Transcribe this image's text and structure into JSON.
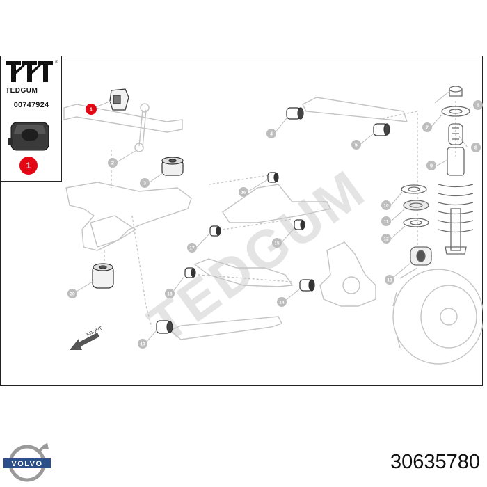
{
  "inset": {
    "brand_name": "TEDGUM",
    "part_code": "00747924",
    "highlight_number": "1"
  },
  "watermark": "TEDGUM",
  "front_label": "FRONT",
  "oem_number": "30635780",
  "callouts": [
    {
      "n": "1",
      "highlighted": true
    },
    {
      "n": "2"
    },
    {
      "n": "3"
    },
    {
      "n": "4"
    },
    {
      "n": "5"
    },
    {
      "n": "6"
    },
    {
      "n": "7"
    },
    {
      "n": "8"
    },
    {
      "n": "9"
    },
    {
      "n": "10"
    },
    {
      "n": "11"
    },
    {
      "n": "12"
    },
    {
      "n": "13"
    },
    {
      "n": "14"
    },
    {
      "n": "15"
    },
    {
      "n": "16"
    },
    {
      "n": "17"
    },
    {
      "n": "18"
    },
    {
      "n": "19"
    },
    {
      "n": "20"
    }
  ],
  "colors": {
    "highlight": "#e30613",
    "callout_gray": "#bdbdbd",
    "line_art": "#c8c8c8",
    "dark_part": "#333333",
    "watermark": "#e2e2e2"
  },
  "icons": {
    "brand_logo": "tedgum-logo",
    "manufacturer_logo": "volvo-logo",
    "direction": "front-arrow-icon"
  }
}
